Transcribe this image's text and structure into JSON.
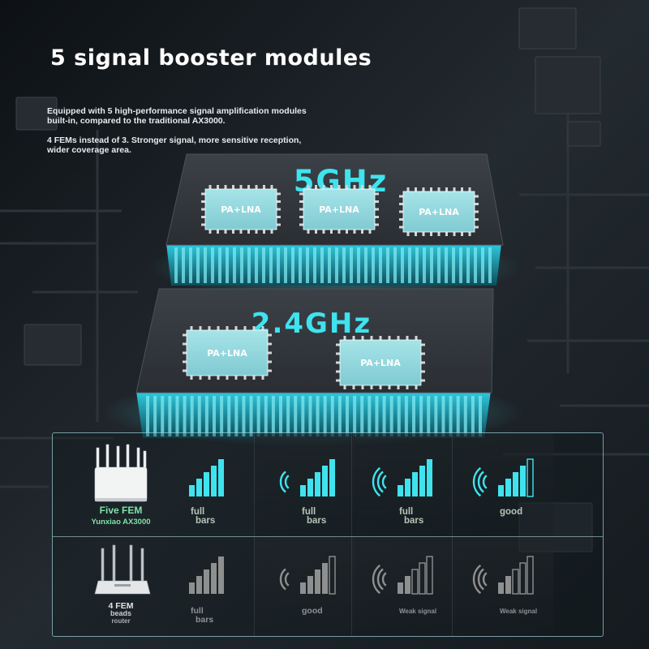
{
  "header": {
    "title": "5 signal booster modules",
    "paragraph_1": "Equipped with 5 high-performance signal amplification modules built-in, compared to the traditional AX3000.",
    "paragraph_2": "4 FEMs instead of 3. Stronger signal, more sensitive reception, wider coverage area."
  },
  "chips": {
    "band_5g": "5GHz",
    "band_24g": "2.4GHz",
    "module_label": "PA+LNA",
    "modules_5g": 3,
    "modules_24g": 2
  },
  "comparison": {
    "top_device": {
      "name": "Five FEM",
      "model": "Yunxiao AX3000"
    },
    "bottom_device": {
      "name_line1": "4 FEM",
      "name_line2": "beads",
      "name_line3": "router"
    },
    "top_row": [
      {
        "line1": "full",
        "line2": "bars",
        "waves": 0,
        "level": 1.0
      },
      {
        "line1": "full",
        "line2": "bars",
        "waves": 2,
        "level": 1.0
      },
      {
        "line1": "full",
        "line2": "bars",
        "waves": 3,
        "level": 1.0
      },
      {
        "line1": "good",
        "line2": "",
        "waves": 3,
        "level": 0.8
      }
    ],
    "bottom_row": [
      {
        "line1": "full",
        "line2": "bars",
        "waves": 0,
        "level": 1.0
      },
      {
        "line1": "good",
        "line2": "",
        "waves": 2,
        "level": 0.8
      },
      {
        "line1": "Weak signal",
        "line2": "",
        "waves": 3,
        "level": 0.4
      },
      {
        "line1": "Weak signal",
        "line2": "",
        "waves": 3,
        "level": 0.4
      }
    ]
  },
  "colors": {
    "accent": "#3fe3ee",
    "chip_face": "#9cdde3",
    "chip_text": "#ffffff",
    "bars_gray": "#8e9090"
  }
}
